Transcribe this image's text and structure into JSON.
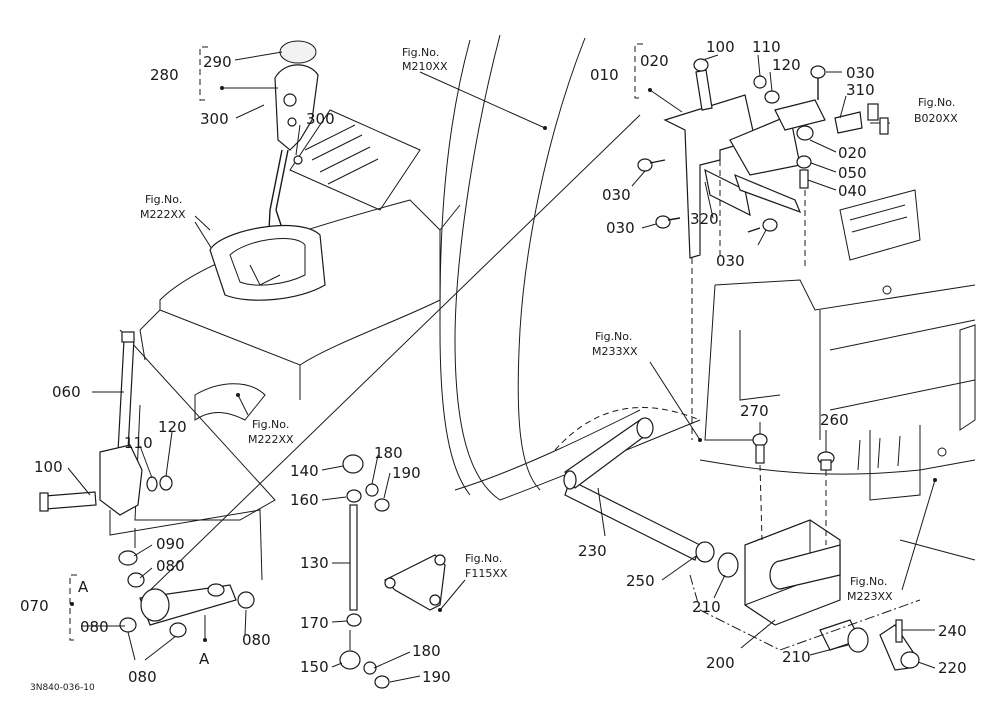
{
  "diagram": {
    "caption": "3N840-036-10",
    "callouts": {
      "c290": "290",
      "c280": "280",
      "c300a": "300",
      "c300b": "300",
      "c060": "060",
      "c100a": "100",
      "c110a": "110",
      "c120a": "120",
      "c090": "090",
      "c080a": "080",
      "c070": "070",
      "cA1": "A",
      "c080b": "080",
      "c080c": "080",
      "c080d": "080",
      "cA2": "A",
      "c140": "140",
      "c180a": "180",
      "c190a": "190",
      "c160": "160",
      "c130": "130",
      "c170": "170",
      "c150": "150",
      "c180b": "180",
      "c190b": "190",
      "c010": "010",
      "c020a": "020",
      "c100b": "100",
      "c110b": "110",
      "c120b": "120",
      "c030a": "030",
      "c310": "310",
      "c020b": "020",
      "c050": "050",
      "c040": "040",
      "c030b": "030",
      "c030c": "030",
      "c320": "320",
      "c030d": "030",
      "c270": "270",
      "c260": "260",
      "c230": "230",
      "c250": "250",
      "c210a": "210",
      "c200": "200",
      "c210b": "210",
      "c240": "240",
      "c220": "220"
    },
    "fig_refs": {
      "m210": {
        "label": "Fig.No.",
        "code": "M210XX"
      },
      "m222a": {
        "label": "Fig.No.",
        "code": "M222XX"
      },
      "m222b": {
        "label": "Fig.No.",
        "code": "M222XX"
      },
      "m233": {
        "label": "Fig.No.",
        "code": "M233XX"
      },
      "b020": {
        "label": "Fig.No.",
        "code": "B020XX"
      },
      "f115": {
        "label": "Fig.No.",
        "code": "F115XX"
      },
      "m223": {
        "label": "Fig.No.",
        "code": "M223XX"
      }
    }
  }
}
